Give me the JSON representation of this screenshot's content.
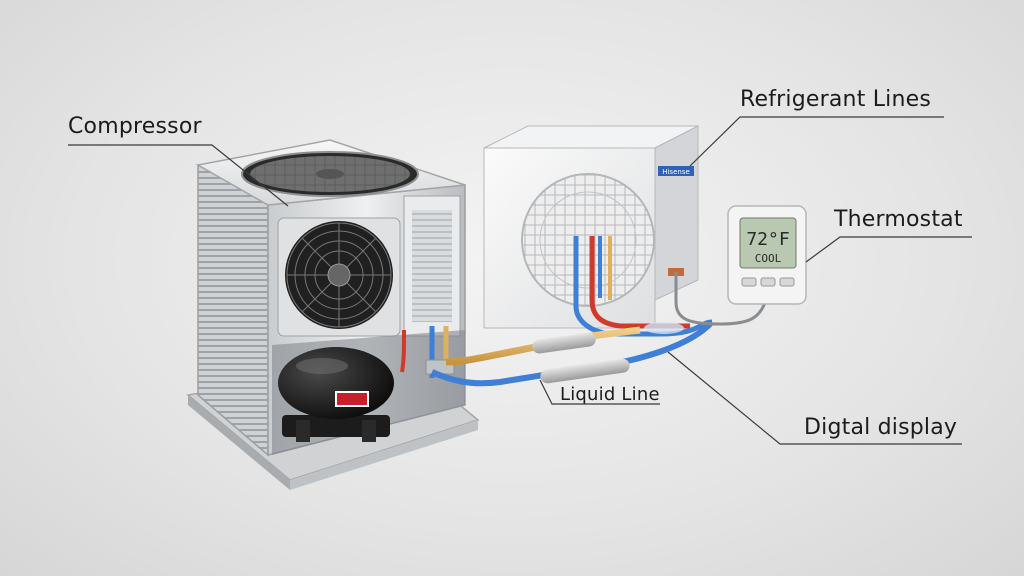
{
  "labels": {
    "compressor": "Compressor",
    "refrigerant_lines": "Refrigerant Lines",
    "thermostat": "Thermostat",
    "liquid_line": "Liquid Line",
    "digital_display": "Digtal display"
  },
  "thermostat": {
    "temperature": "72°F",
    "mode": "COOL"
  },
  "indoor_unit": {
    "brand_badge": "Hisense"
  },
  "colors": {
    "hot_line": "#d03a2a",
    "cold_line": "#3f7fd6",
    "liquid_line": "#e0b060",
    "thermostat_screen": "#b9c8b0",
    "compressor_body": "#151515",
    "compressor_badge": "#c8202a"
  }
}
